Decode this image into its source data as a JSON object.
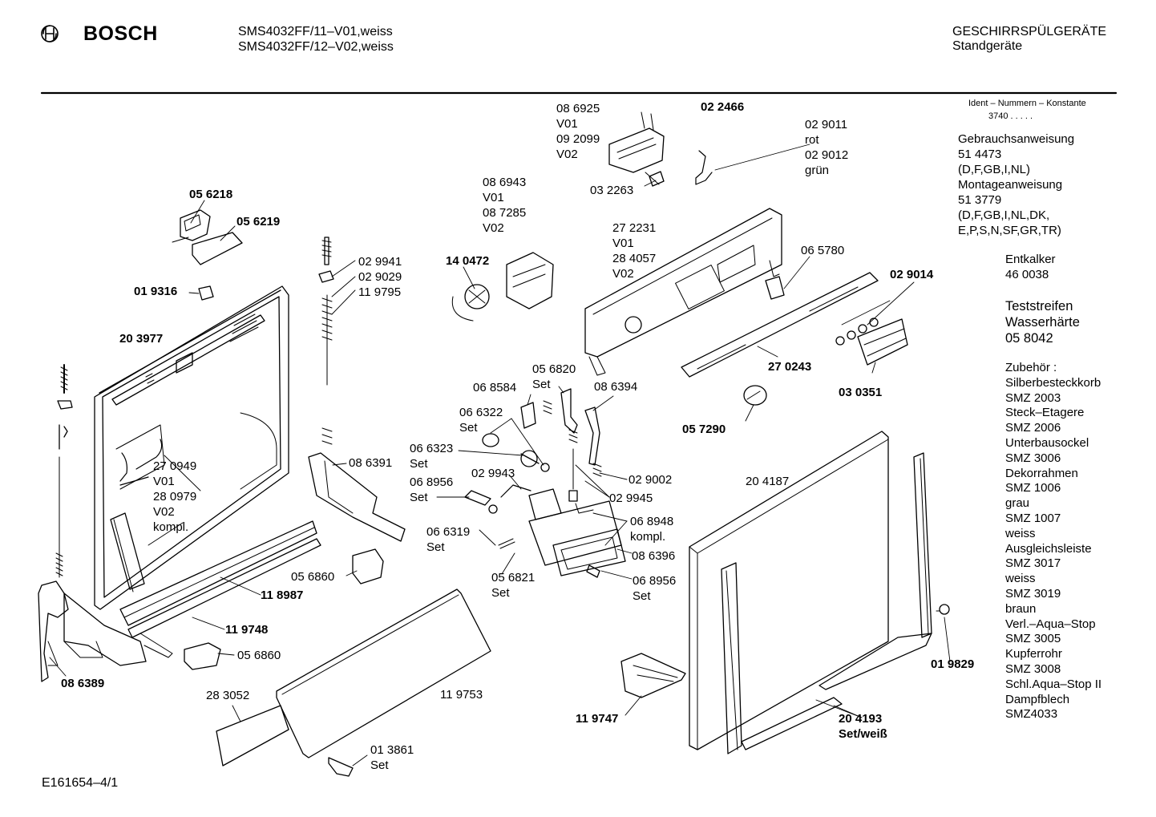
{
  "header": {
    "brand": "BOSCH",
    "models": [
      "SMS4032FF/11–V01,weiss",
      "SMS4032FF/12–V02,weiss"
    ],
    "category": "GESCHIRRSPÜLGERÄTE",
    "subcategory": "Standgeräte"
  },
  "sidebar": {
    "ident_title": "Ident – Nummern – Konstante",
    "ident_value": "3740  .  .  .  .  .",
    "manuals": "Gebrauchsanweisung\n51 4473\n(D,F,GB,I,NL)\nMontageanweisung\n51 3779\n(D,F,GB,I,NL,DK,\nE,P,S,N,SF,GR,TR)",
    "descaler": "Entkalker\n46 0038",
    "test_strips": "Teststreifen\nWasserhärte\n05 8042",
    "accessories": "Zubehör :\nSilberbesteckkorb\nSMZ 2003\nSteck–Etagere\nSMZ 2006\nUnterbausockel\nSMZ 3006\nDekorrahmen\nSMZ 1006\ngrau\nSMZ 1007\nweiss\nAusgleichsleiste\nSMZ 3017\nweiss\nSMZ 3019\nbraun\nVerl.–Aqua–Stop\nSMZ 3005\nKupferrohr\nSMZ 3008\nSchl.Aqua–Stop II\nDampfblech\nSMZ4033"
  },
  "footer": {
    "code": "E161654–4/1"
  },
  "labels": {
    "p086925": "08 6925\nV01\n09 2099\nV02",
    "p022466": "02 2466",
    "p029011": "02 9011\nrot\n02 9012\ngrün",
    "p032263": "03 2263",
    "p086943": "08 6943\nV01\n08 7285\nV02",
    "p056218": "05 6218",
    "p056219": "05 6219",
    "p029941": "02 9941\n02 9029\n11 9795",
    "p140472": "14 0472",
    "p272231": "27 2231\nV01\n28 4057\nV02",
    "p065780": "06 5780",
    "p029014": "02 9014",
    "p019316": "01 9316",
    "p203977": "20 3977",
    "p270243": "27 0243",
    "p030351": "03 0351",
    "p068584": "06 8584",
    "p056820": "05 6820\nSet",
    "p086394": "08 6394",
    "p066322": "06 6322\nSet",
    "p057290": "05 7290",
    "p066323": "06 6323\nSet",
    "p270949": "27 0949\nV01\n28 0979\nV02\nkompl.",
    "p086391": "08 6391",
    "p029943": "02 9943",
    "p029002": "02 9002",
    "p068956a": "06 8956\nSet",
    "p029945": "02 9945",
    "p204187": "20 4187",
    "p066319": "06 6319\nSet",
    "p068948": "06 8948\nkompl.",
    "p086396": "08 6396",
    "p056860a": "05 6860",
    "p118987": "11 8987",
    "p056821": "05 6821\nSet",
    "p068956b": "06 8956\nSet",
    "p119748": "11 9748",
    "p056860b": "05 6860",
    "p019829": "01 9829",
    "p086389": "08 6389",
    "p283052": "28 3052",
    "p119753": "11 9753",
    "p119747": "11 9747",
    "p204193": "20 4193\nSet/weiß",
    "p013861": "01 3861\nSet"
  },
  "colors": {
    "ink": "#000000",
    "paper": "#ffffff"
  }
}
